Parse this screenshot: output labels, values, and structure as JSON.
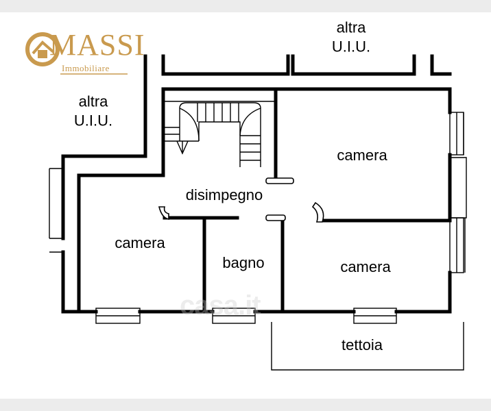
{
  "logo": {
    "name": "MASSI",
    "tagline": "Immobiliare"
  },
  "rooms": {
    "top_neighbor": "altra\nU.I.U.",
    "left_neighbor": "altra\nU.I.U.",
    "hall": "disimpegno",
    "bedroom_top_right": "camera",
    "bedroom_left": "camera",
    "bathroom": "bagno",
    "bedroom_bottom_right": "camera",
    "canopy": "tettoia"
  },
  "watermark": "casa.it",
  "colors": {
    "logo_accent": "#c99a4e",
    "walls": "#000000",
    "background": "#ffffff"
  }
}
